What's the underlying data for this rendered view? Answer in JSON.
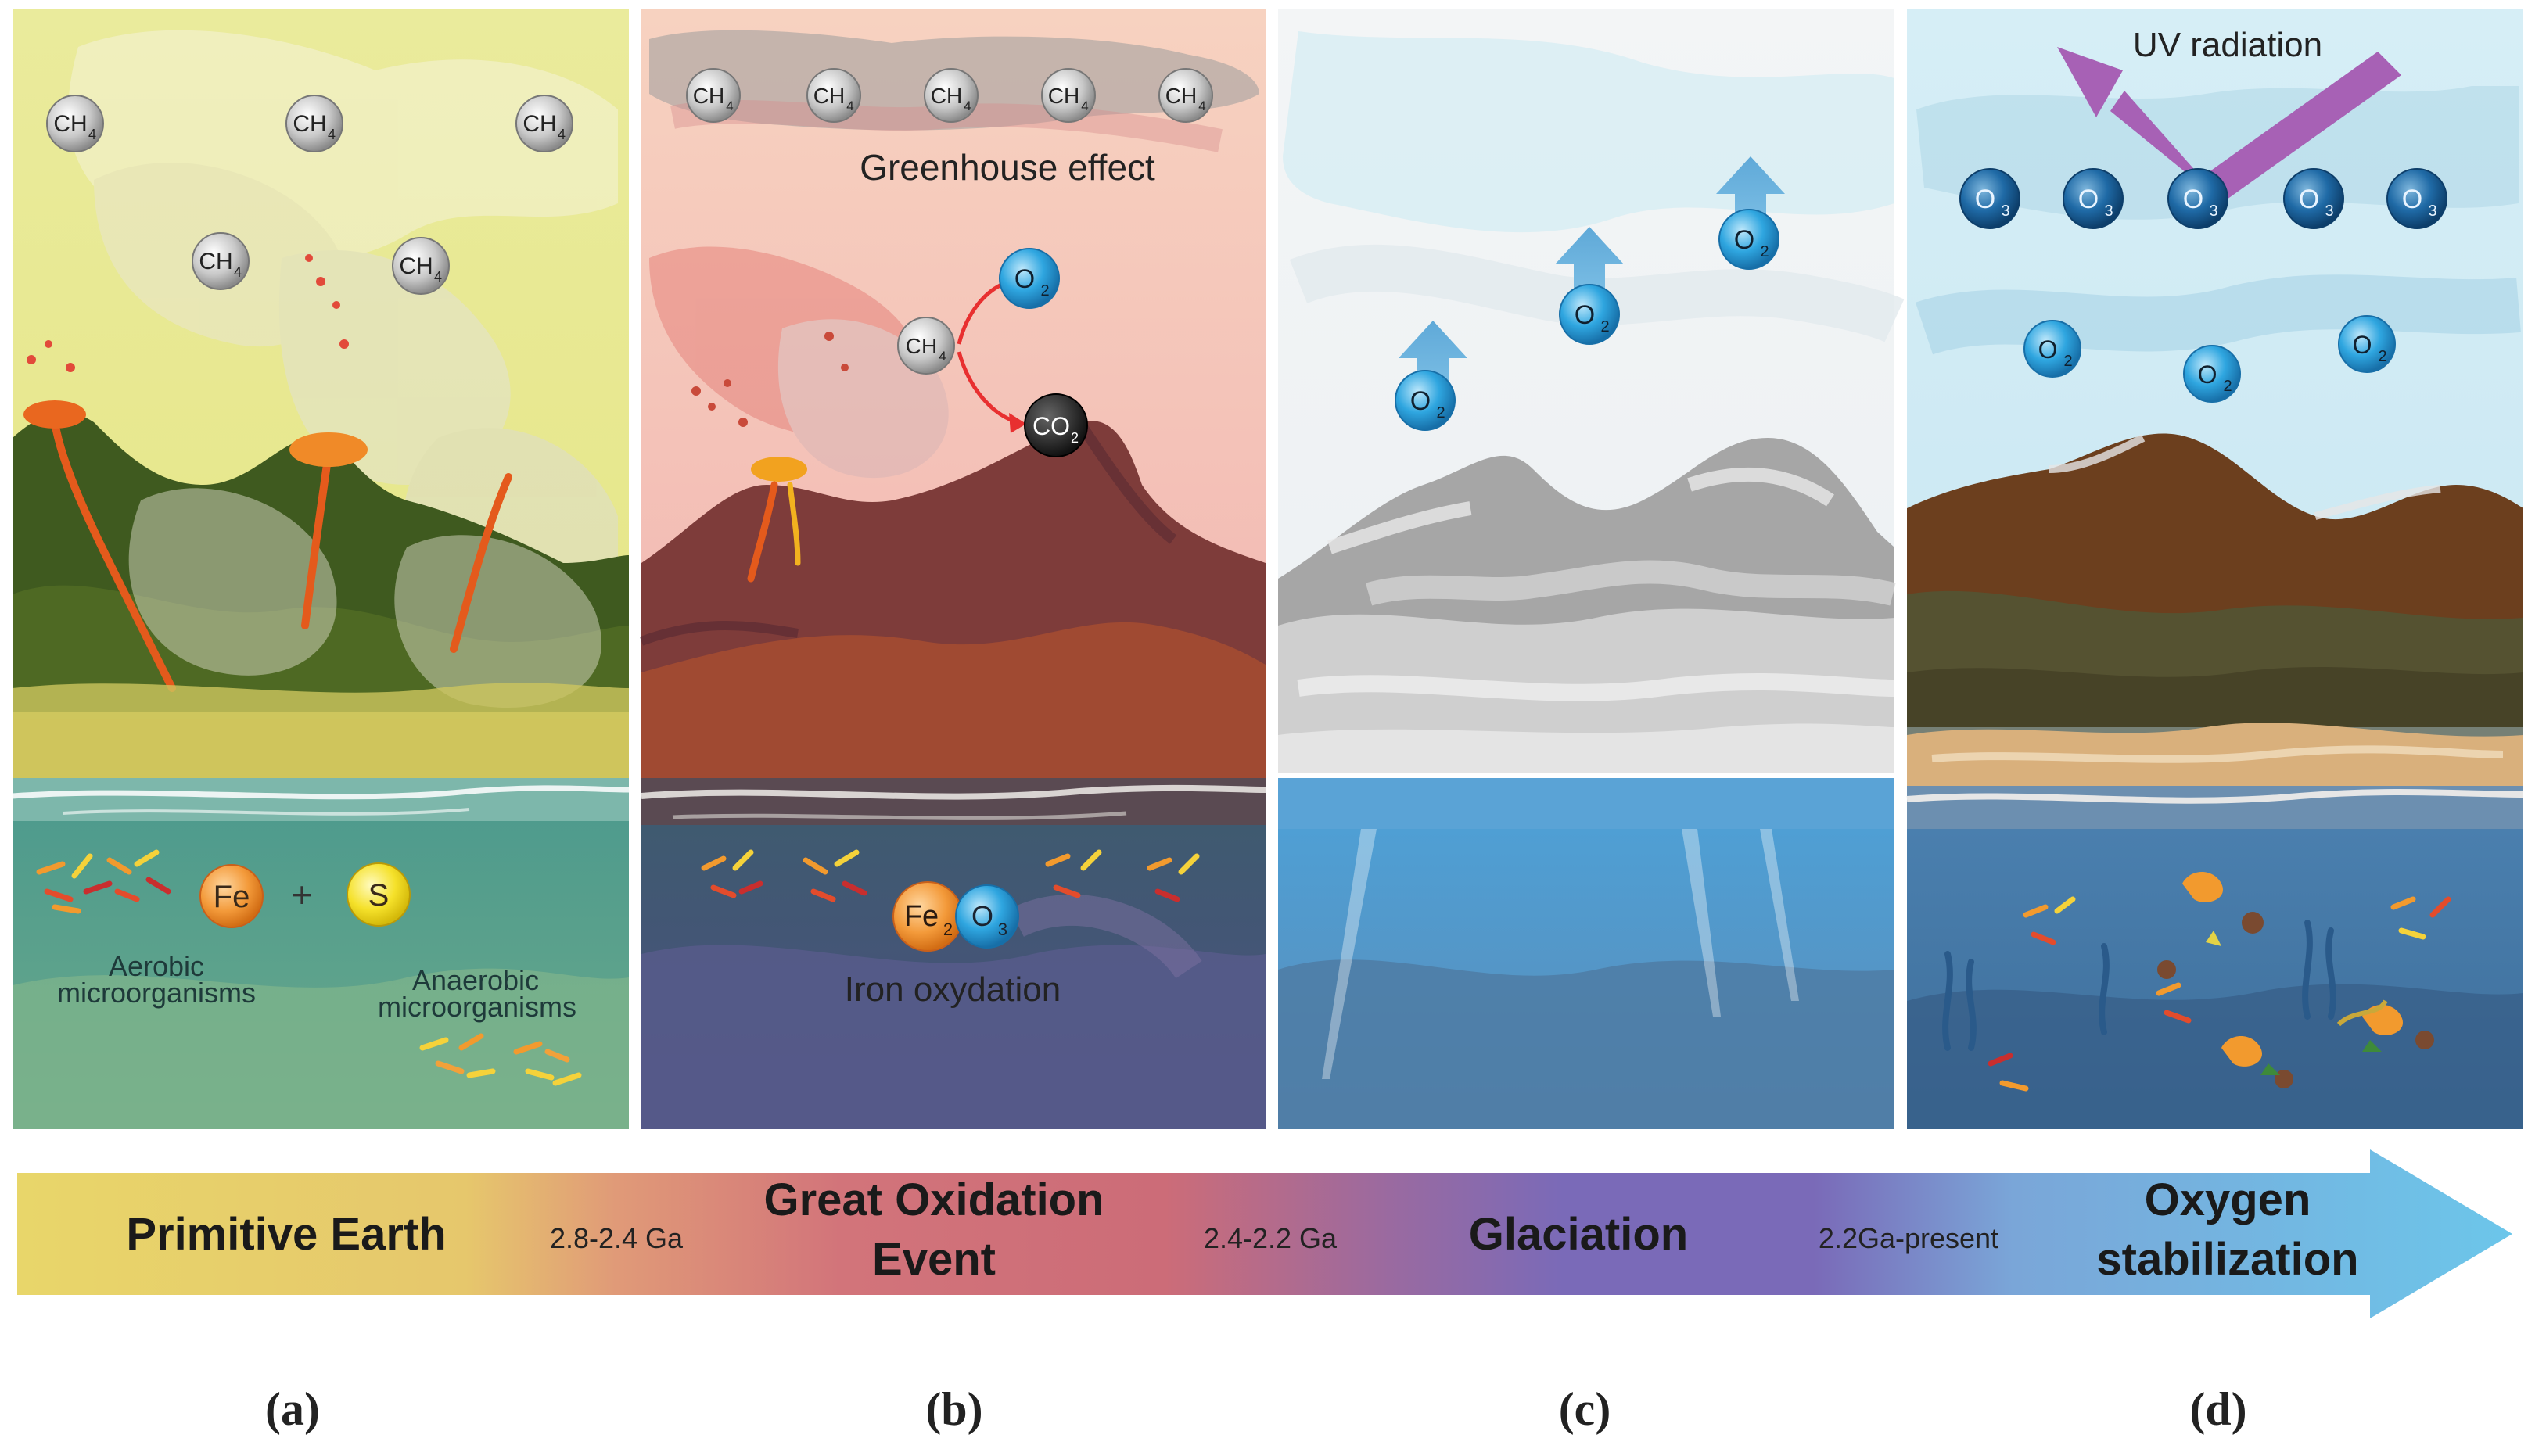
{
  "panels": {
    "a": {
      "letter": "(a)",
      "molecule": "CH",
      "molecule_sub": "4",
      "element_fe": "Fe",
      "plus": "+",
      "element_s": "S",
      "aerobic_line1": "Aerobic",
      "aerobic_line2": "microorganisms",
      "anaerobic_line1": "Anaerobic",
      "anaerobic_line2": "microorganisms"
    },
    "b": {
      "letter": "(b)",
      "molecule": "CH",
      "molecule_sub": "4",
      "greenhouse": "Greenhouse effect",
      "o2": "O",
      "o2_sub": "2",
      "co2": "CO",
      "co2_sub": "2",
      "fe2": "Fe",
      "fe2_sub": "2",
      "o3": "O",
      "o3_sub": "3",
      "iron_oxydation": "Iron oxydation"
    },
    "c": {
      "letter": "(c)",
      "o2": "O",
      "o2_sub": "2"
    },
    "d": {
      "letter": "(d)",
      "uv": "UV radiation",
      "o3": "O",
      "o3_sub": "3",
      "o2": "O",
      "o2_sub": "2"
    }
  },
  "timeline": {
    "stage1": "Primitive Earth",
    "range1": "2.8-2.4 Ga",
    "stage2_line1": "Great Oxidation",
    "stage2_line2": "Event",
    "range2": "2.4-2.2 Ga",
    "stage3": "Glaciation",
    "range3": "2.2Ga-present",
    "stage4_line1": "Oxygen",
    "stage4_line2": "stabilization"
  },
  "colors": {
    "panel_a_sky": "#e8e892",
    "panel_b_sky": "#f2c4c0",
    "panel_c_sky": "#eef3f6",
    "panel_d_sky": "#cfeaf3",
    "oxygen_blue": "#2a9fd8",
    "ozone_navy": "#1a5f94",
    "uv_purple": "#a761b5"
  }
}
